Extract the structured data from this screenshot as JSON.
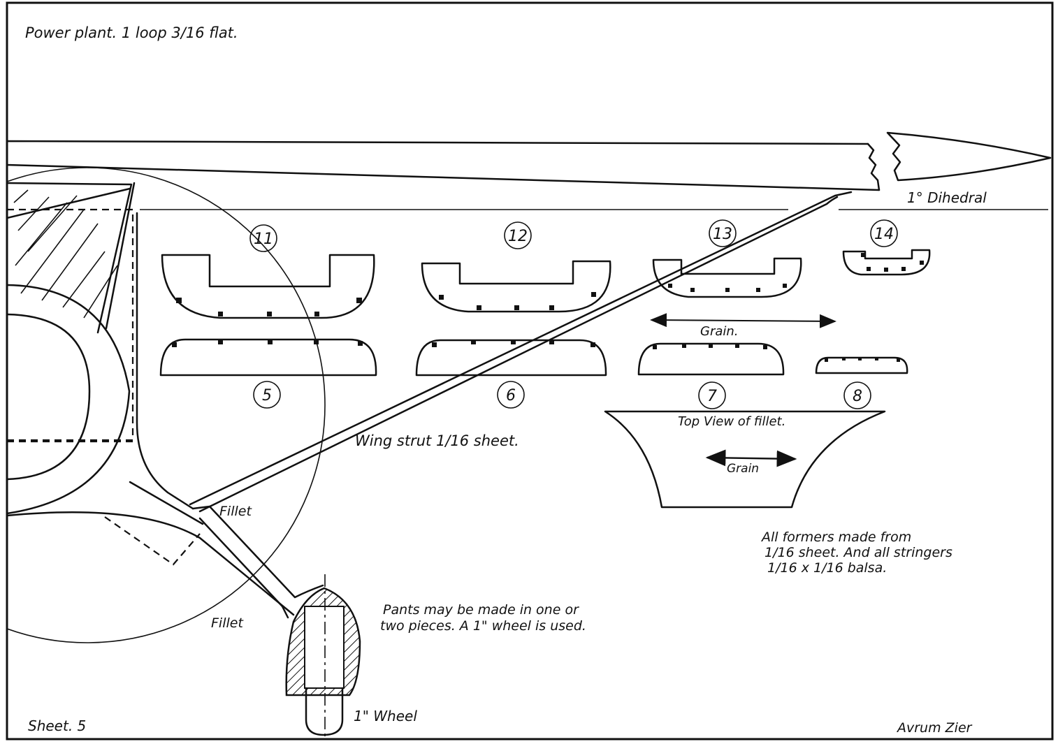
{
  "header": {
    "power_plant": "Power plant.  1 loop 3/16 flat."
  },
  "labels": {
    "dihedral": "1° Dihedral",
    "grain_upper": "Grain.",
    "grain_lower": "Grain",
    "top_view_fillet": "Top View of fillet.",
    "wing_strut": "Wing strut   1/16 sheet.",
    "fillet_upper": "Fillet",
    "fillet_lower": "Fillet",
    "pants_line1": "Pants may be made in one or",
    "pants_line2": "two pieces. A 1\" wheel is used.",
    "wheel": "1\" Wheel",
    "formers_line1": "All formers made from",
    "formers_line2": "1/16 sheet.  And all stringers",
    "formers_line3": "1/16 x 1/16 balsa."
  },
  "formers": [
    {
      "number": "11"
    },
    {
      "number": "12"
    },
    {
      "number": "13"
    },
    {
      "number": "14"
    },
    {
      "number": "5"
    },
    {
      "number": "6"
    },
    {
      "number": "7"
    },
    {
      "number": "8"
    }
  ],
  "footer": {
    "sheet": "Sheet. 5",
    "author": "Avrum Zier"
  },
  "colors": {
    "ink": "#111111",
    "paper": "#ffffff"
  }
}
